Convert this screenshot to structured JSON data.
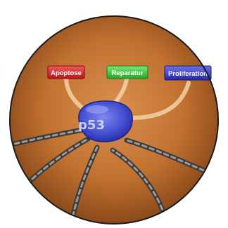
{
  "diagram": {
    "core": {
      "label": "p53"
    },
    "outcomes": [
      {
        "label": "Apoptose",
        "color": "#d8252c"
      },
      {
        "label": "Reparatur",
        "color": "#3cc63c"
      },
      {
        "label": "Proliferation",
        "color": "#3a3ec4"
      }
    ],
    "colors": {
      "background": "#c8782e",
      "border": "#1a1a1a",
      "core": "#4a55d8",
      "cable": "#8a8a8a"
    }
  }
}
